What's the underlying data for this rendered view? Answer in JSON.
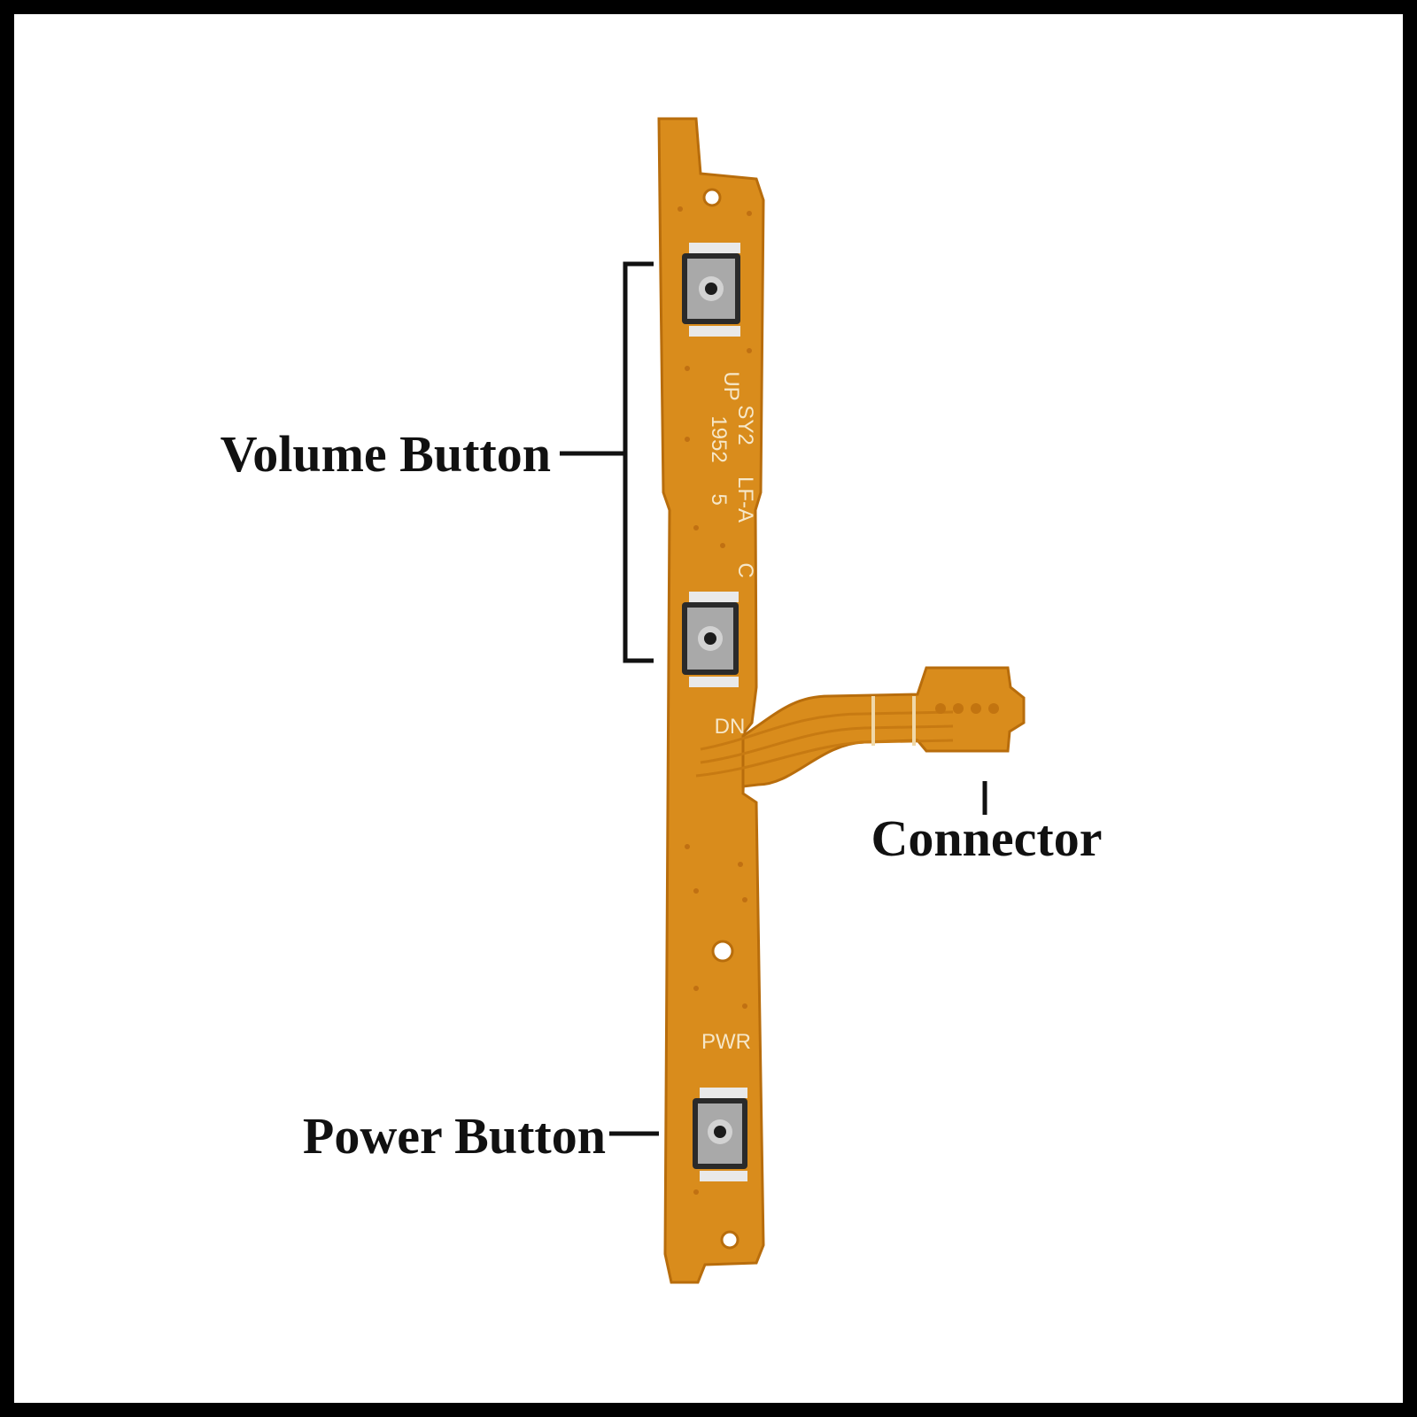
{
  "callouts": {
    "volume_button": "Volume Button",
    "connector": "Connector",
    "power_button": "Power Button"
  },
  "silkscreen": {
    "up": "UP",
    "sy2": "SY2",
    "lf_a": "LF-A",
    "n1952": "1952",
    "n5": "5",
    "c": "C",
    "dn": "DN",
    "pwr": "PWR"
  },
  "colors": {
    "pcb": "#d98c1c",
    "pcb_edge": "#b86d0c",
    "switch_metal": "#a9a9a9",
    "label": "#111111",
    "frame_border": "#000000"
  }
}
